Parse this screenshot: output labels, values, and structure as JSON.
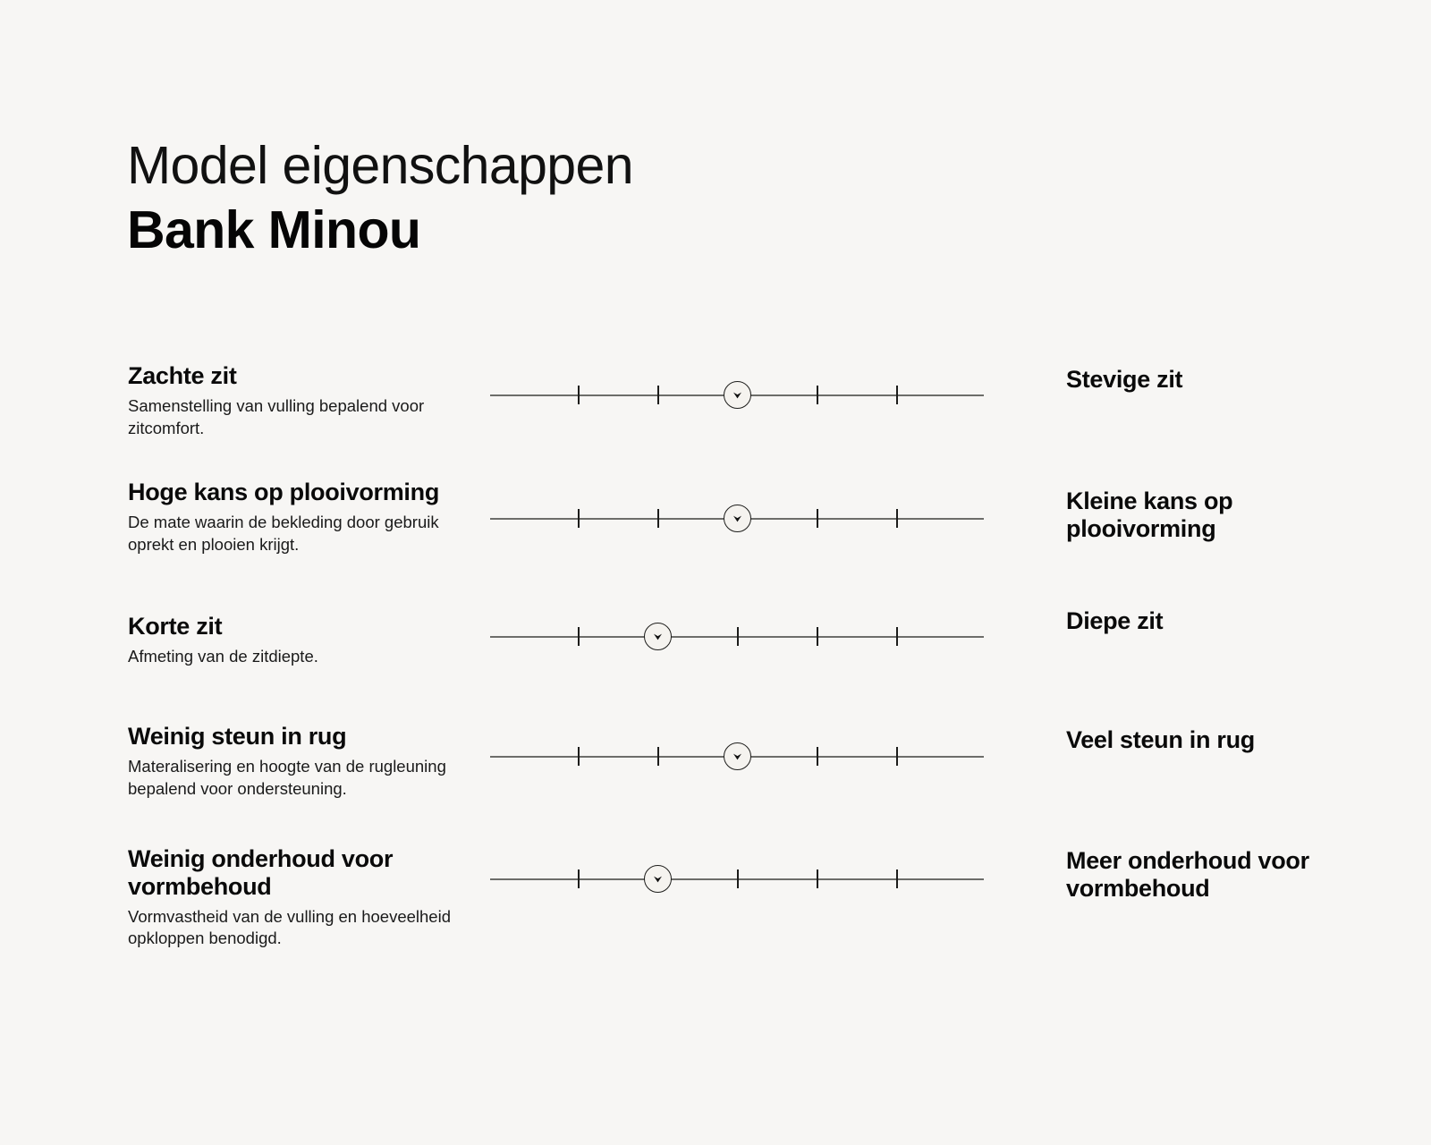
{
  "header": {
    "title_line1": "Model eigenschappen",
    "title_line2": "Bank Minou"
  },
  "background_color": "#f7f6f4",
  "text_color": "#111111",
  "line_color": "#6d6d6a",
  "chart_data": {
    "type": "bar",
    "title": "Model eigenschappen Bank Minou",
    "subtitle": "Bank Minou",
    "xlabel": "",
    "ylabel": "",
    "scale_min": 0,
    "scale_max": 4,
    "tick_count": 5,
    "tick_positions": [
      0,
      1,
      2,
      3,
      4
    ],
    "grid": false,
    "legend": "none",
    "categories": [
      "Zachte zit / Stevige zit",
      "Hoge kans op plooivorming / Kleine kans op plooivorming",
      "Korte zit / Diepe zit",
      "Weinig steun in rug / Veel steun in rug",
      "Weinig onderhoud voor vormbehoud / Meer onderhoud voor vormbehoud"
    ],
    "values": [
      2,
      2,
      1,
      2,
      1
    ],
    "rows": [
      {
        "left_label": "Zachte zit",
        "left_desc": "Samenstelling van vulling bepalend voor zitcomfort.",
        "right_label": "Stevige zit",
        "value": 2,
        "marker_icon": "chevron-down-icon"
      },
      {
        "left_label": "Hoge kans op plooivorming",
        "left_desc": "De mate waarin de bekleding door gebruik oprekt en plooien krijgt.",
        "right_label": "Kleine kans op plooivorming",
        "value": 2,
        "marker_icon": "chevron-down-icon"
      },
      {
        "left_label": "Korte zit",
        "left_desc": "Afmeting van de zitdiepte.",
        "right_label": "Diepe zit",
        "value": 1,
        "marker_icon": "chevron-down-icon"
      },
      {
        "left_label": "Weinig steun in rug",
        "left_desc": "Materalisering en hoogte van de rugleuning bepalend voor ondersteuning.",
        "right_label": "Veel steun in rug",
        "value": 2,
        "marker_icon": "chevron-down-icon"
      },
      {
        "left_label": "Weinig onderhoud voor vormbehoud",
        "left_desc": "Vormvastheid van de vulling en hoeveelheid opkloppen benodigd.",
        "right_label": "Meer onderhoud voor vormbehoud",
        "value": 1,
        "marker_icon": "chevron-down-icon"
      }
    ]
  }
}
